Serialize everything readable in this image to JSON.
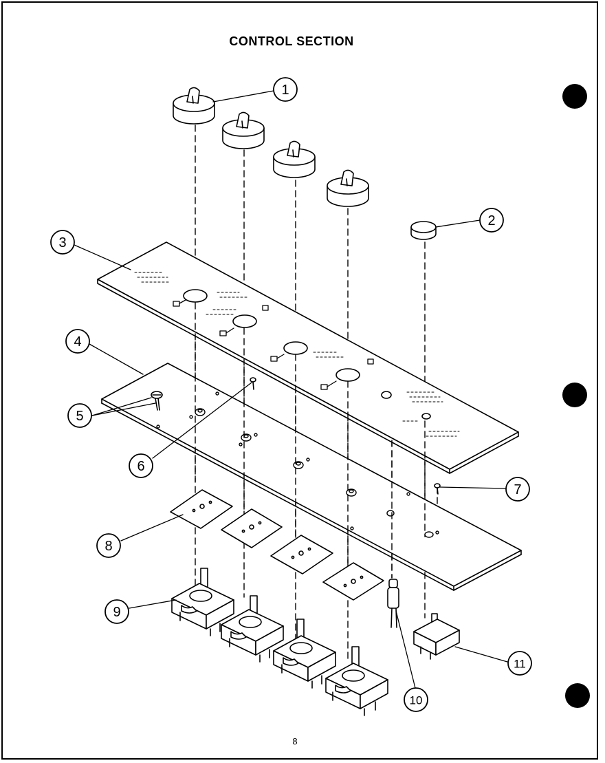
{
  "page": {
    "title": "CONTROL SECTION",
    "page_number": "8"
  },
  "callouts": {
    "c1": "1",
    "c2": "2",
    "c3": "3",
    "c4": "4",
    "c5": "5",
    "c6": "6",
    "c7": "7",
    "c8": "8",
    "c9": "9",
    "c10": "10",
    "c11": "11"
  }
}
